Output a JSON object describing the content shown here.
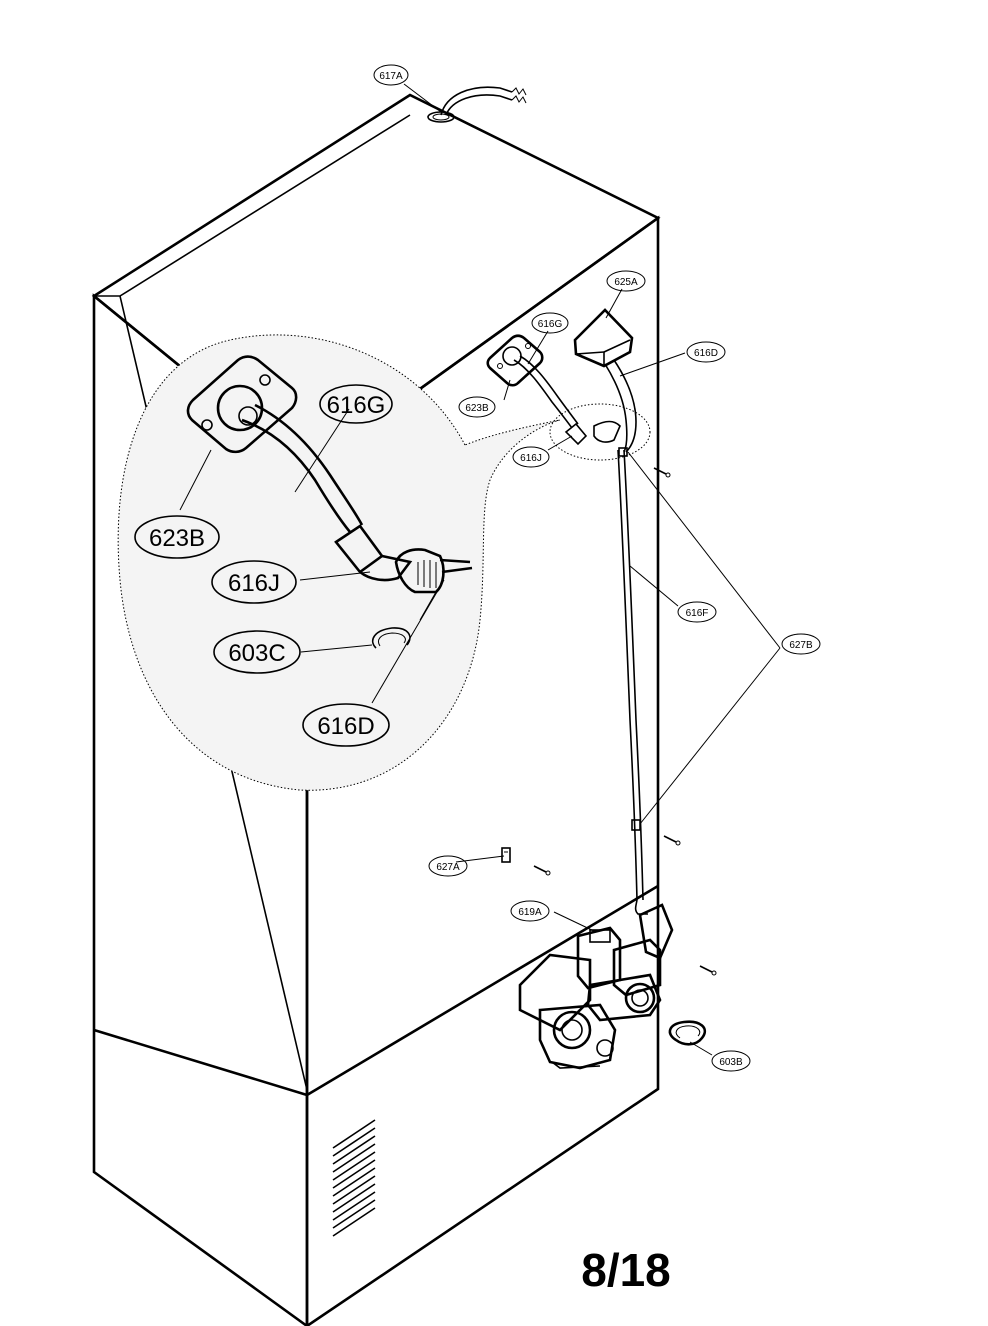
{
  "page_number": "8/18",
  "callouts": {
    "c617A": "617A",
    "c625A": "625A",
    "c616G_small": "616G",
    "c616D_small": "616D",
    "c623B_small": "623B",
    "c616J_small": "616J",
    "c616F": "616F",
    "c627B": "627B",
    "c627A": "627A",
    "c619A": "619A",
    "c603B": "603B",
    "c616G_big": "616G",
    "c623B_big": "623B",
    "c616J_big": "616J",
    "c603C_big": "603C",
    "c616D_big": "616D"
  }
}
